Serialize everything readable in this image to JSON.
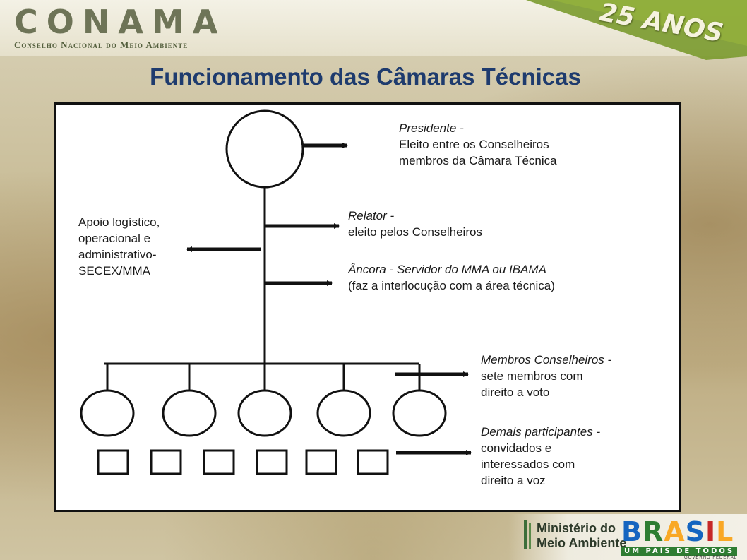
{
  "header": {
    "logo": "CONAMA",
    "logo_subtitle": "Conselho Nacional do Meio Ambiente",
    "anniversary": "25 ANOS"
  },
  "slide": {
    "title": "Funcionamento das Câmaras Técnicas"
  },
  "diagram": {
    "presidente": {
      "heading": "Presidente -",
      "lines": [
        "Eleito entre os Conselheiros",
        "membros da Câmara Técnica"
      ]
    },
    "apoio": {
      "lines": [
        "Apoio logístico,",
        "operacional e",
        "administrativo-",
        "SECEX/MMA"
      ]
    },
    "relator": {
      "heading": "Relator -",
      "lines": [
        "eleito pelos Conselheiros"
      ]
    },
    "ancora": {
      "heading": "Âncora - Servidor do MMA ou IBAMA",
      "lines": [
        "(faz a interlocução com a área técnica)"
      ]
    },
    "membros": {
      "heading": "Membros Conselheiros -",
      "lines": [
        "sete membros com",
        "direito a voto"
      ]
    },
    "demais": {
      "heading": "Demais participantes -",
      "lines": [
        "convidados e",
        "interessados com",
        "direito a voz"
      ]
    }
  },
  "footer": {
    "ministry_line1": "Ministério do",
    "ministry_line2": "Meio Ambiente",
    "brasil_letters": [
      "B",
      "R",
      "A",
      "S",
      "I",
      "L"
    ],
    "brasil_colors": [
      "#1565c0",
      "#2e7d32",
      "#f9a825",
      "#1565c0",
      "#c62828",
      "#f9a825"
    ],
    "brasil_tagline": "UM PAÍS DE TODOS",
    "brasil_gov": "GOVERNO FEDERAL"
  }
}
